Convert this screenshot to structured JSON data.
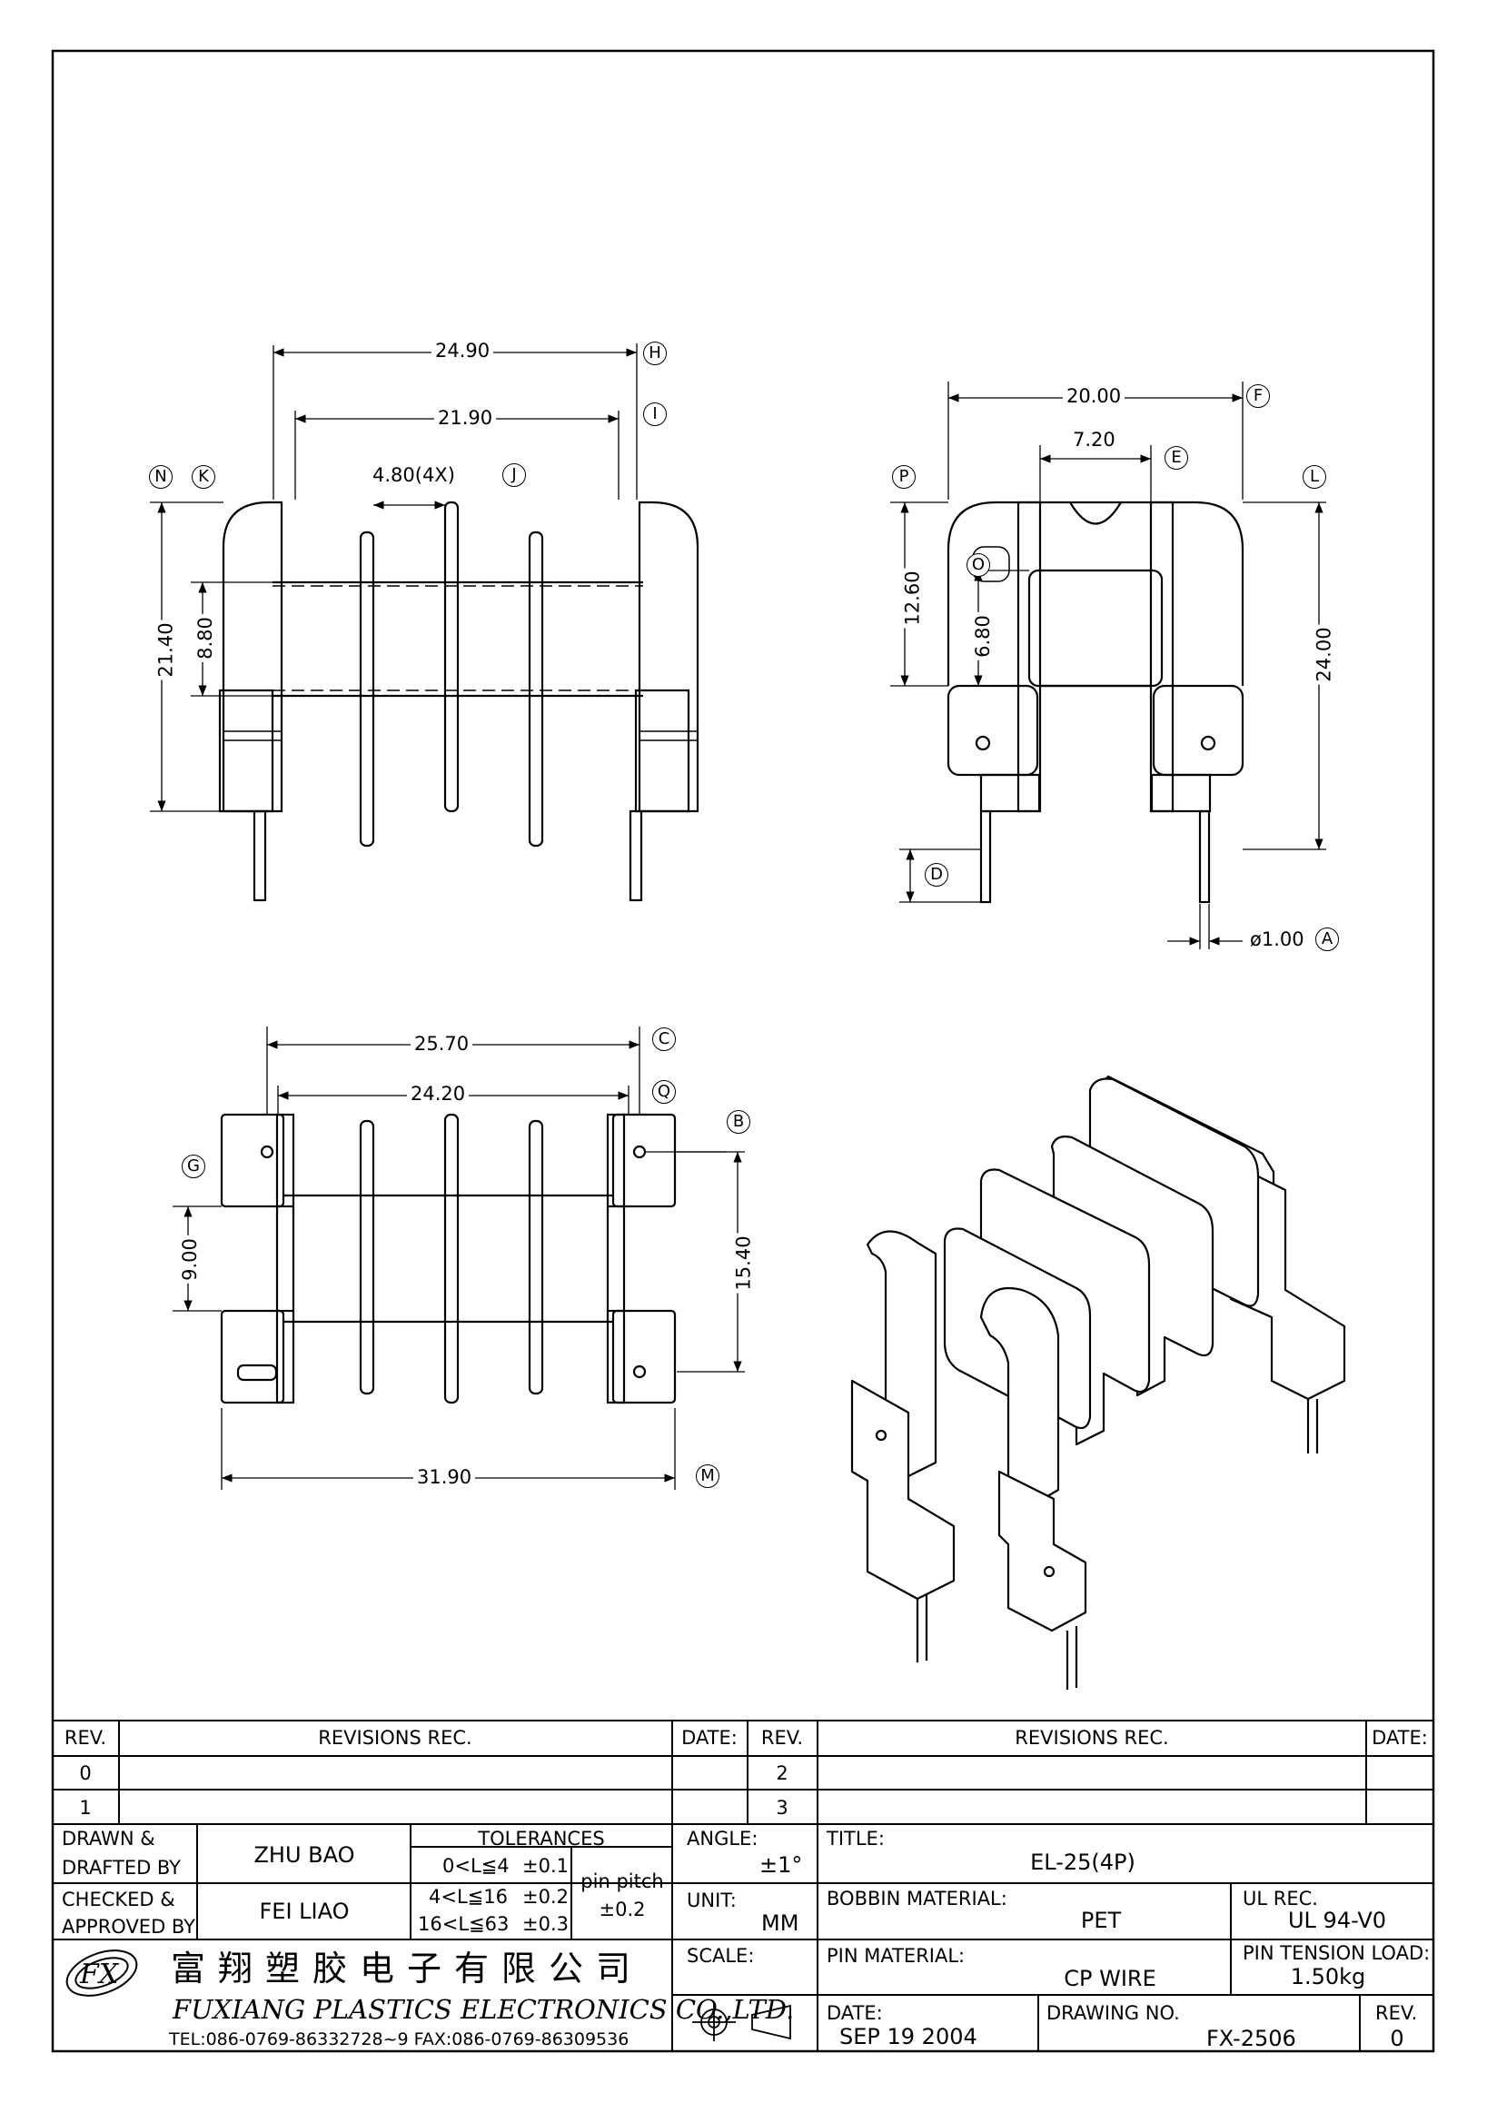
{
  "drawing": {
    "front_view": {
      "dim_overall_width": "24.90",
      "dim_overall_width_ref": "H",
      "dim_inner_width": "21.90",
      "dim_inner_width_ref": "I",
      "dim_pitch": "4.80(4X)",
      "dim_pitch_ref": "J",
      "dim_height": "21.40",
      "dim_height_ref": "N",
      "dim_window": "8.80",
      "dim_window_ref": "K"
    },
    "side_view": {
      "dim_width": "20.00",
      "dim_width_ref": "F",
      "dim_core": "7.20",
      "dim_core_ref": "E",
      "dim_window": "12.60",
      "dim_window_ref": "P",
      "dim_core_height": "6.80",
      "dim_core_height_ref": "O",
      "dim_height": "24.00",
      "dim_height_ref": "L",
      "dim_pin_ref": "D",
      "dim_pin_diameter": "ø1.00",
      "dim_pin_diameter_ref": "A"
    },
    "bottom_view": {
      "dim_outer": "25.70",
      "dim_outer_ref": "C",
      "dim_holes": "24.20",
      "dim_holes_ref": "Q",
      "dim_hole_ref": "B",
      "dim_rail_ref": "G",
      "dim_rail_gap": "9.00",
      "dim_rows": "15.40",
      "dim_total": "31.90",
      "dim_total_ref": "M"
    }
  },
  "title_block": {
    "rev_header": "REV.",
    "revisions_header": "REVISIONS   REC.",
    "date_header": "DATE:",
    "rev_rows": [
      "0",
      "1",
      "2",
      "3"
    ],
    "drawn_label_1": "DRAWN  &",
    "drawn_label_2": "DRAFTED BY",
    "drawn_by": "ZHU   BAO",
    "checked_label_1": "CHECKED  &",
    "checked_label_2": "APPROVED BY",
    "checked_by": "FEI LIAO",
    "tolerances_header": "TOLERANCES",
    "tolerances": [
      {
        "range": "0<L≦4",
        "value": "±0.1"
      },
      {
        "range": "4<L≦16",
        "value": "±0.2"
      },
      {
        "range": "16<L≦63",
        "value": "±0.3"
      }
    ],
    "pin_pitch_label": "pin pitch",
    "pin_pitch_value": "±0.2",
    "angle_label": "ANGLE:",
    "angle_value": "±1°",
    "unit_label": "UNIT:",
    "unit_value": "MM",
    "scale_label": "SCALE:",
    "title_label": "TITLE:",
    "title_value": "EL-25(4P)",
    "bobbin_material_label": "BOBBIN MATERIAL:",
    "bobbin_material_value": "PET",
    "ul_rec_label": "UL REC.",
    "ul_rec_value": "UL 94-V0",
    "pin_material_label": "PIN MATERIAL:",
    "pin_material_value": "CP WIRE",
    "pin_tension_label": "PIN TENSION LOAD:",
    "pin_tension_value": "1.50kg",
    "date_label": "DATE:",
    "date_value": "SEP 19 2004",
    "drawing_no_label": "DRAWING NO.",
    "drawing_no_value": "FX-2506",
    "rev_label": "REV.",
    "rev_value": "0",
    "company_cn": "富翔塑胶电子有限公司",
    "company_en": "FUXIANG PLASTICS ELECTRONICS CO.,LTD.",
    "company_contact": "TEL:086-0769-86332728~9  FAX:086-0769-86309536",
    "logo_text": "FX"
  }
}
